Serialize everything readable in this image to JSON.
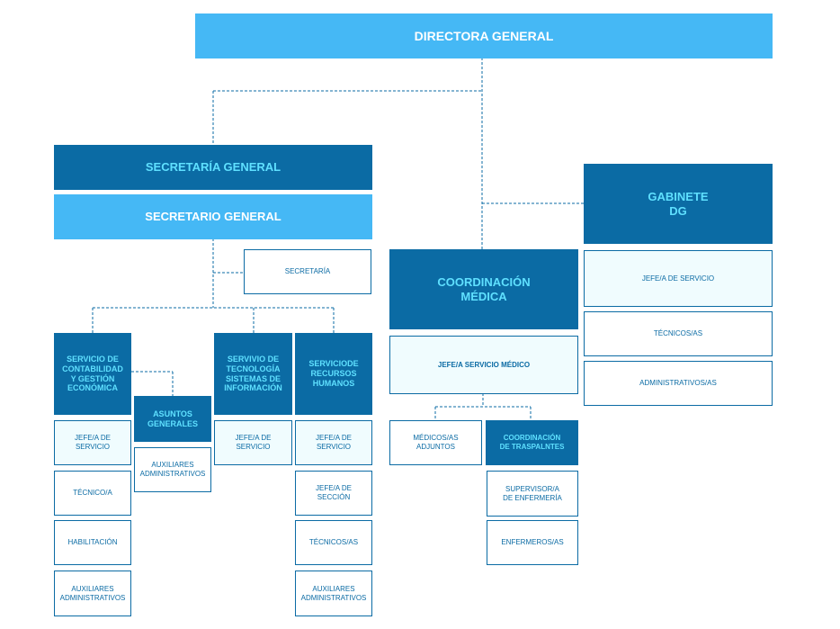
{
  "director": "DIRECTORA GENERAL",
  "secretaria_general": "SECRETARÍA GENERAL",
  "secretario_general": "SECRETARIO GENERAL",
  "secretaria": "SECRETARÍA",
  "gabinete": {
    "title": "GABINETE\nDG",
    "items": [
      "JEFE/A DE SERVICIO",
      "TÉCNICOS/AS",
      "ADMINISTRATIVOS/AS"
    ]
  },
  "coordinacion_medica": {
    "title": "COORDINACIÓN\nMÉDICA",
    "jefe": "JEFE/A SERVICIO MÉDICO",
    "medicos": "MÉDICOS/AS\nADJUNTOS",
    "trasplantes": {
      "title": "COORDINACIÓN\nDE TRASPALNTES",
      "items": [
        "SUPERVISOR/A\nDE ENFERMERÍA",
        "ENFERMEROS/AS"
      ]
    }
  },
  "contabilidad": {
    "title": "SERVICIO DE\nCONTABILIDAD\nY GESTIÓN\nECONÓMICA",
    "items": [
      "JEFE/A DE\nSERVICIO",
      "TÉCNICO/A",
      "HABILITACIÓN",
      "AUXILIARES\nADMINISTRATIVOS"
    ]
  },
  "asuntos": {
    "title": "ASUNTOS\nGENERALES",
    "items": [
      "AUXILIARES\nADMINISTRATIVOS"
    ]
  },
  "tecnologia": {
    "title": "SERVIVIO DE\nTECNOLOGÍA\nSISTEMAS DE\nINFORMACIÓN",
    "items": [
      "JEFE/A DE\nSERVICIO"
    ]
  },
  "rrhh": {
    "title": "SERVICIODE\nRECURSOS\nHUMANOS",
    "items": [
      "JEFE/A DE\nSERVICIO",
      "JEFE/A DE\nSECCIÓN",
      "TÉCNICOS/AS",
      "AUXILIARES\nADMINISTRATIVOS"
    ]
  },
  "colors": {
    "light": "#45b8f5",
    "dark": "#0b6ba4",
    "accent_text": "#5fe0ff",
    "pale": "#f0fcfe"
  }
}
